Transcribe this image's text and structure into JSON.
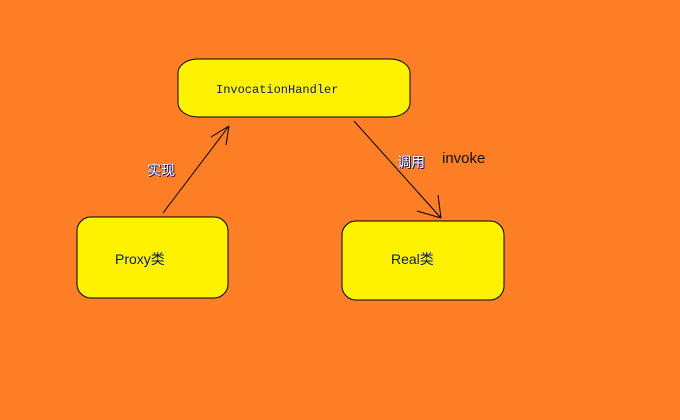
{
  "nodes": {
    "handler": "InvocationHandler",
    "proxy": "Proxy类",
    "real": "Real类"
  },
  "edges": {
    "implements_label": "实现",
    "calls_label": "调用",
    "invoke_label": "invoke"
  },
  "colors": {
    "background": "#ff7f27",
    "box": "#fff200",
    "text": "#0a1a6e"
  }
}
